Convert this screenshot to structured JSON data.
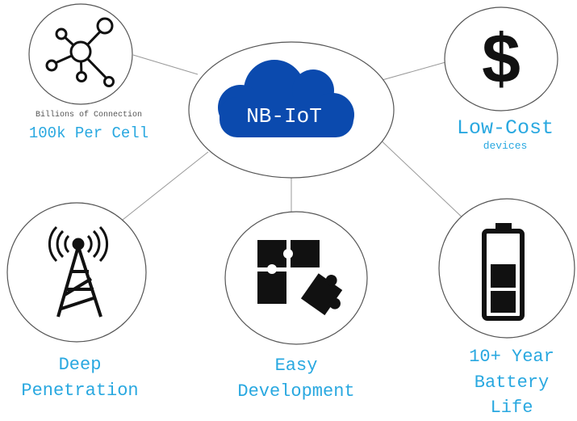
{
  "center": {
    "label": "NB-IoT",
    "icon": "cloud-icon",
    "cloud_color": "#0b4aae"
  },
  "accent_color": "#29a8e0",
  "nodes": [
    {
      "id": "connection",
      "icon": "network-nodes-icon",
      "caption": "Billions of Connection",
      "title": "100k Per Cell"
    },
    {
      "id": "cost",
      "icon": "dollar-icon",
      "title": "Low-Cost",
      "caption": "devices"
    },
    {
      "id": "penetration",
      "icon": "signal-tower-icon",
      "title_lines": [
        "Deep",
        "Penetration"
      ]
    },
    {
      "id": "development",
      "icon": "puzzle-icon",
      "title_lines": [
        "Easy",
        "Development"
      ]
    },
    {
      "id": "battery",
      "icon": "battery-icon",
      "title_lines": [
        "10+ Year",
        "Battery",
        "Life"
      ]
    }
  ]
}
